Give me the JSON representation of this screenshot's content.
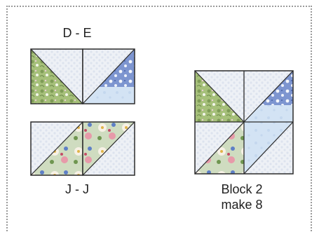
{
  "labels": {
    "unit_top": "D - E",
    "unit_bottom": "J - J",
    "block_name": "Block 2",
    "block_count": "make 8"
  },
  "colors": {
    "frame": "#9a9a9a",
    "white_print": "#eef1f6",
    "white_print_dot": "#dde3ee",
    "green_print": "#a6c07a",
    "blue_print": "#7d95d0",
    "light_blue": "#d3e3f4",
    "floral": "#c9d7b8",
    "outline": "#2b2b2b"
  }
}
